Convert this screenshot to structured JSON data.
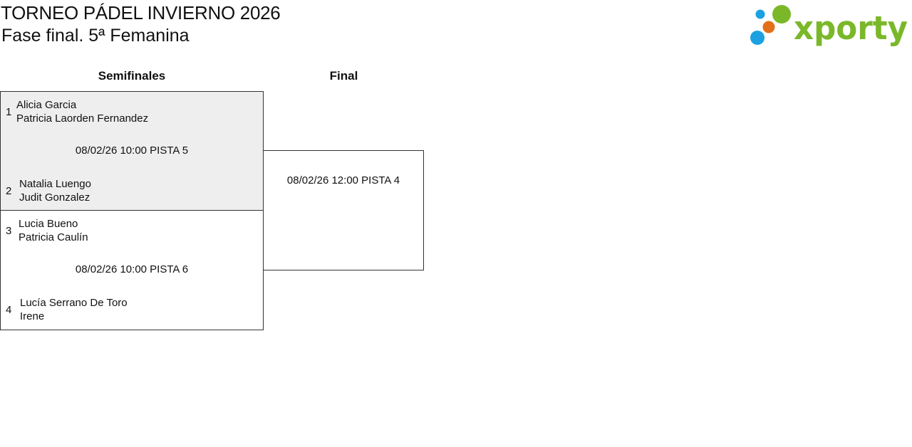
{
  "header": {
    "title": "TORNEO PÁDEL INVIERNO 2026",
    "subtitle": "Fase final. 5ª Femanina",
    "logo_text": "xporty"
  },
  "rounds": {
    "semis_label": "Semifinales",
    "final_label": "Final"
  },
  "semifinals": [
    {
      "schedule": "08/02/26 10:00 PISTA 5",
      "team_a": {
        "seed": "1",
        "player1": "Alicia Garcia",
        "player2": "Patricia Laorden Fernandez"
      },
      "team_b": {
        "seed": "2",
        "player1": "Natalia Luengo",
        "player2": "Judit Gonzalez"
      }
    },
    {
      "schedule": "08/02/26 10:00 PISTA 6",
      "team_a": {
        "seed": "3",
        "player1": "Lucia Bueno",
        "player2": "Patricia Caulín"
      },
      "team_b": {
        "seed": "4",
        "player1": "Lucía Serrano De Toro",
        "player2": "Irene"
      }
    }
  ],
  "final": {
    "schedule": "08/02/26 12:00 PISTA 4"
  },
  "colors": {
    "logo_green": "#7ab829",
    "logo_orange": "#e2701a",
    "logo_blue": "#1ba1e2",
    "highlight_bg": "#eeeeee"
  }
}
